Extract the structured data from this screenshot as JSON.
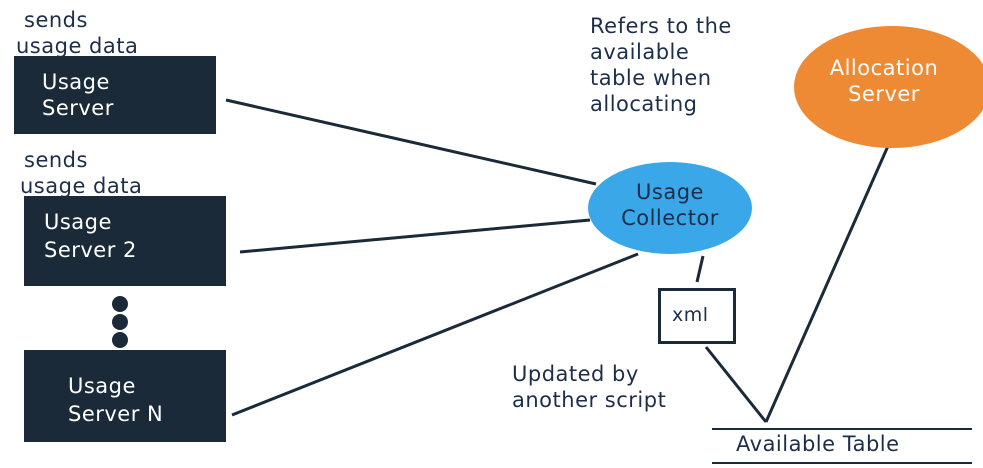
{
  "usage_servers": [
    {
      "label_line1": "Usage",
      "label_line2": "Server",
      "annotation_line1": "sends",
      "annotation_line2": "usage data"
    },
    {
      "label_line1": "Usage",
      "label_line2": "Server 2",
      "annotation_line1": "sends",
      "annotation_line2": "usage data"
    },
    {
      "label_line1": "Usage",
      "label_line2": "Server N"
    }
  ],
  "collector": {
    "line1": "Usage",
    "line2": "Collector",
    "color": "#3aa8e8"
  },
  "allocation_server": {
    "line1": "Allocation",
    "line2": "Server",
    "color": "#ee8a34"
  },
  "refers_note": {
    "line1": "Refers to the",
    "line2": "available",
    "line3": "table when",
    "line4": "allocating"
  },
  "xml_label": "xml",
  "updated_note": {
    "line1": "Updated by",
    "line2": "another script"
  },
  "available_table_label": "Available Table",
  "colors": {
    "box": "#1b2a38",
    "text": "#1c2e4a",
    "line": "#1b2a38"
  }
}
